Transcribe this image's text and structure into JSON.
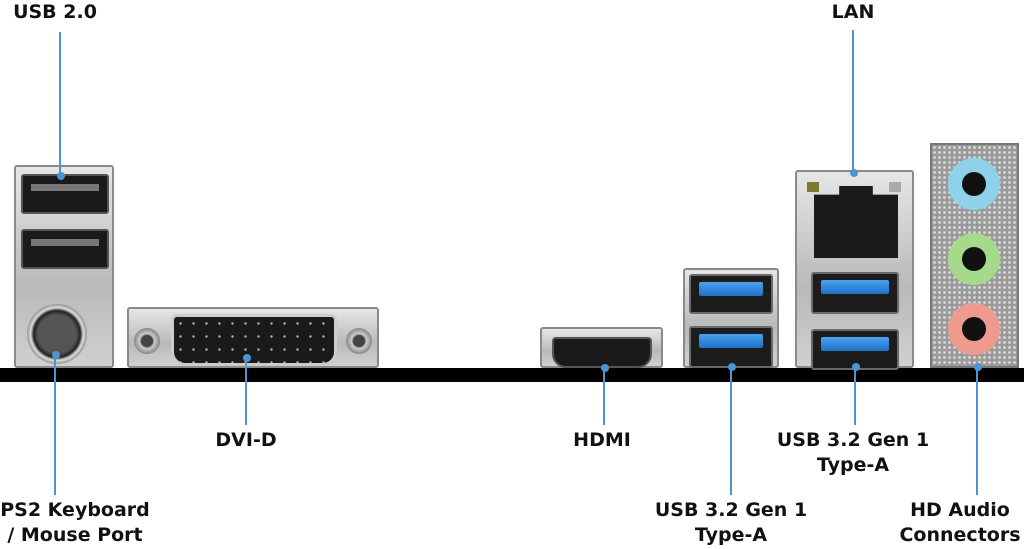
{
  "title": "Rear I/O Panel",
  "labels": {
    "usb20": "USB 2.0",
    "lan": "LAN",
    "dvi": "DVI-D",
    "hdmi": "HDMI",
    "usb32_right": [
      "USB 3.2 Gen 1",
      "Type-A"
    ],
    "ps2": [
      "PS2 Keyboard",
      "/ Mouse Port"
    ],
    "usb32_mid": [
      "USB 3.2 Gen 1",
      "Type-A"
    ],
    "audio": [
      "HD Audio",
      "Connectors"
    ]
  },
  "colors": {
    "leader": "#4a95d4",
    "usb3": "#2a7fd8",
    "audio_blue": "#8fd0ea",
    "audio_green": "#a6d98a",
    "audio_pink": "#ee9a8e"
  }
}
